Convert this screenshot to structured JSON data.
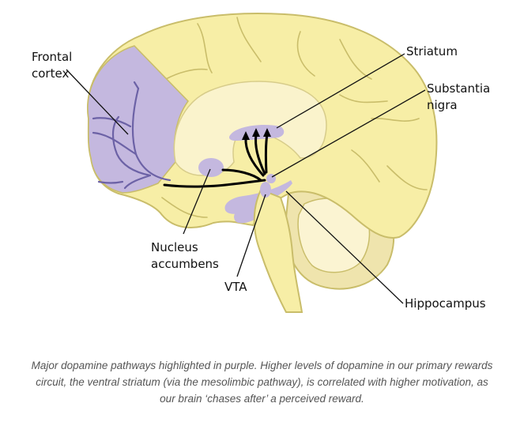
{
  "diagram": {
    "labels": {
      "frontal_cortex": [
        "Frontal",
        "cortex"
      ],
      "striatum": "Striatum",
      "substantia_nigra": [
        "Substantia",
        "nigra"
      ],
      "nucleus_accumbens": [
        "Nucleus",
        "accumbens"
      ],
      "vta": "VTA",
      "hippocampus": "Hippocampus"
    },
    "colors": {
      "brain_fill": "#f7eea6",
      "brain_stroke": "#c9bd6a",
      "inner_fill": "#faf3cc",
      "pathway_region": "#c4b8df",
      "pathway_vessel": "#6c62a6",
      "dopamine_pathway": "#000000",
      "cerebellum_fill": "#f1e6b4",
      "label_line": "#111111"
    }
  },
  "caption": {
    "lines": [
      "Major dopamine pathways highlighted in purple. Higher levels of dopamine in our primary rewards",
      "circuit, the ventral striatum (via the mesolimbic pathway), is correlated with higher motivation, as",
      "our brain ‘chases after’ a perceived reward."
    ]
  }
}
